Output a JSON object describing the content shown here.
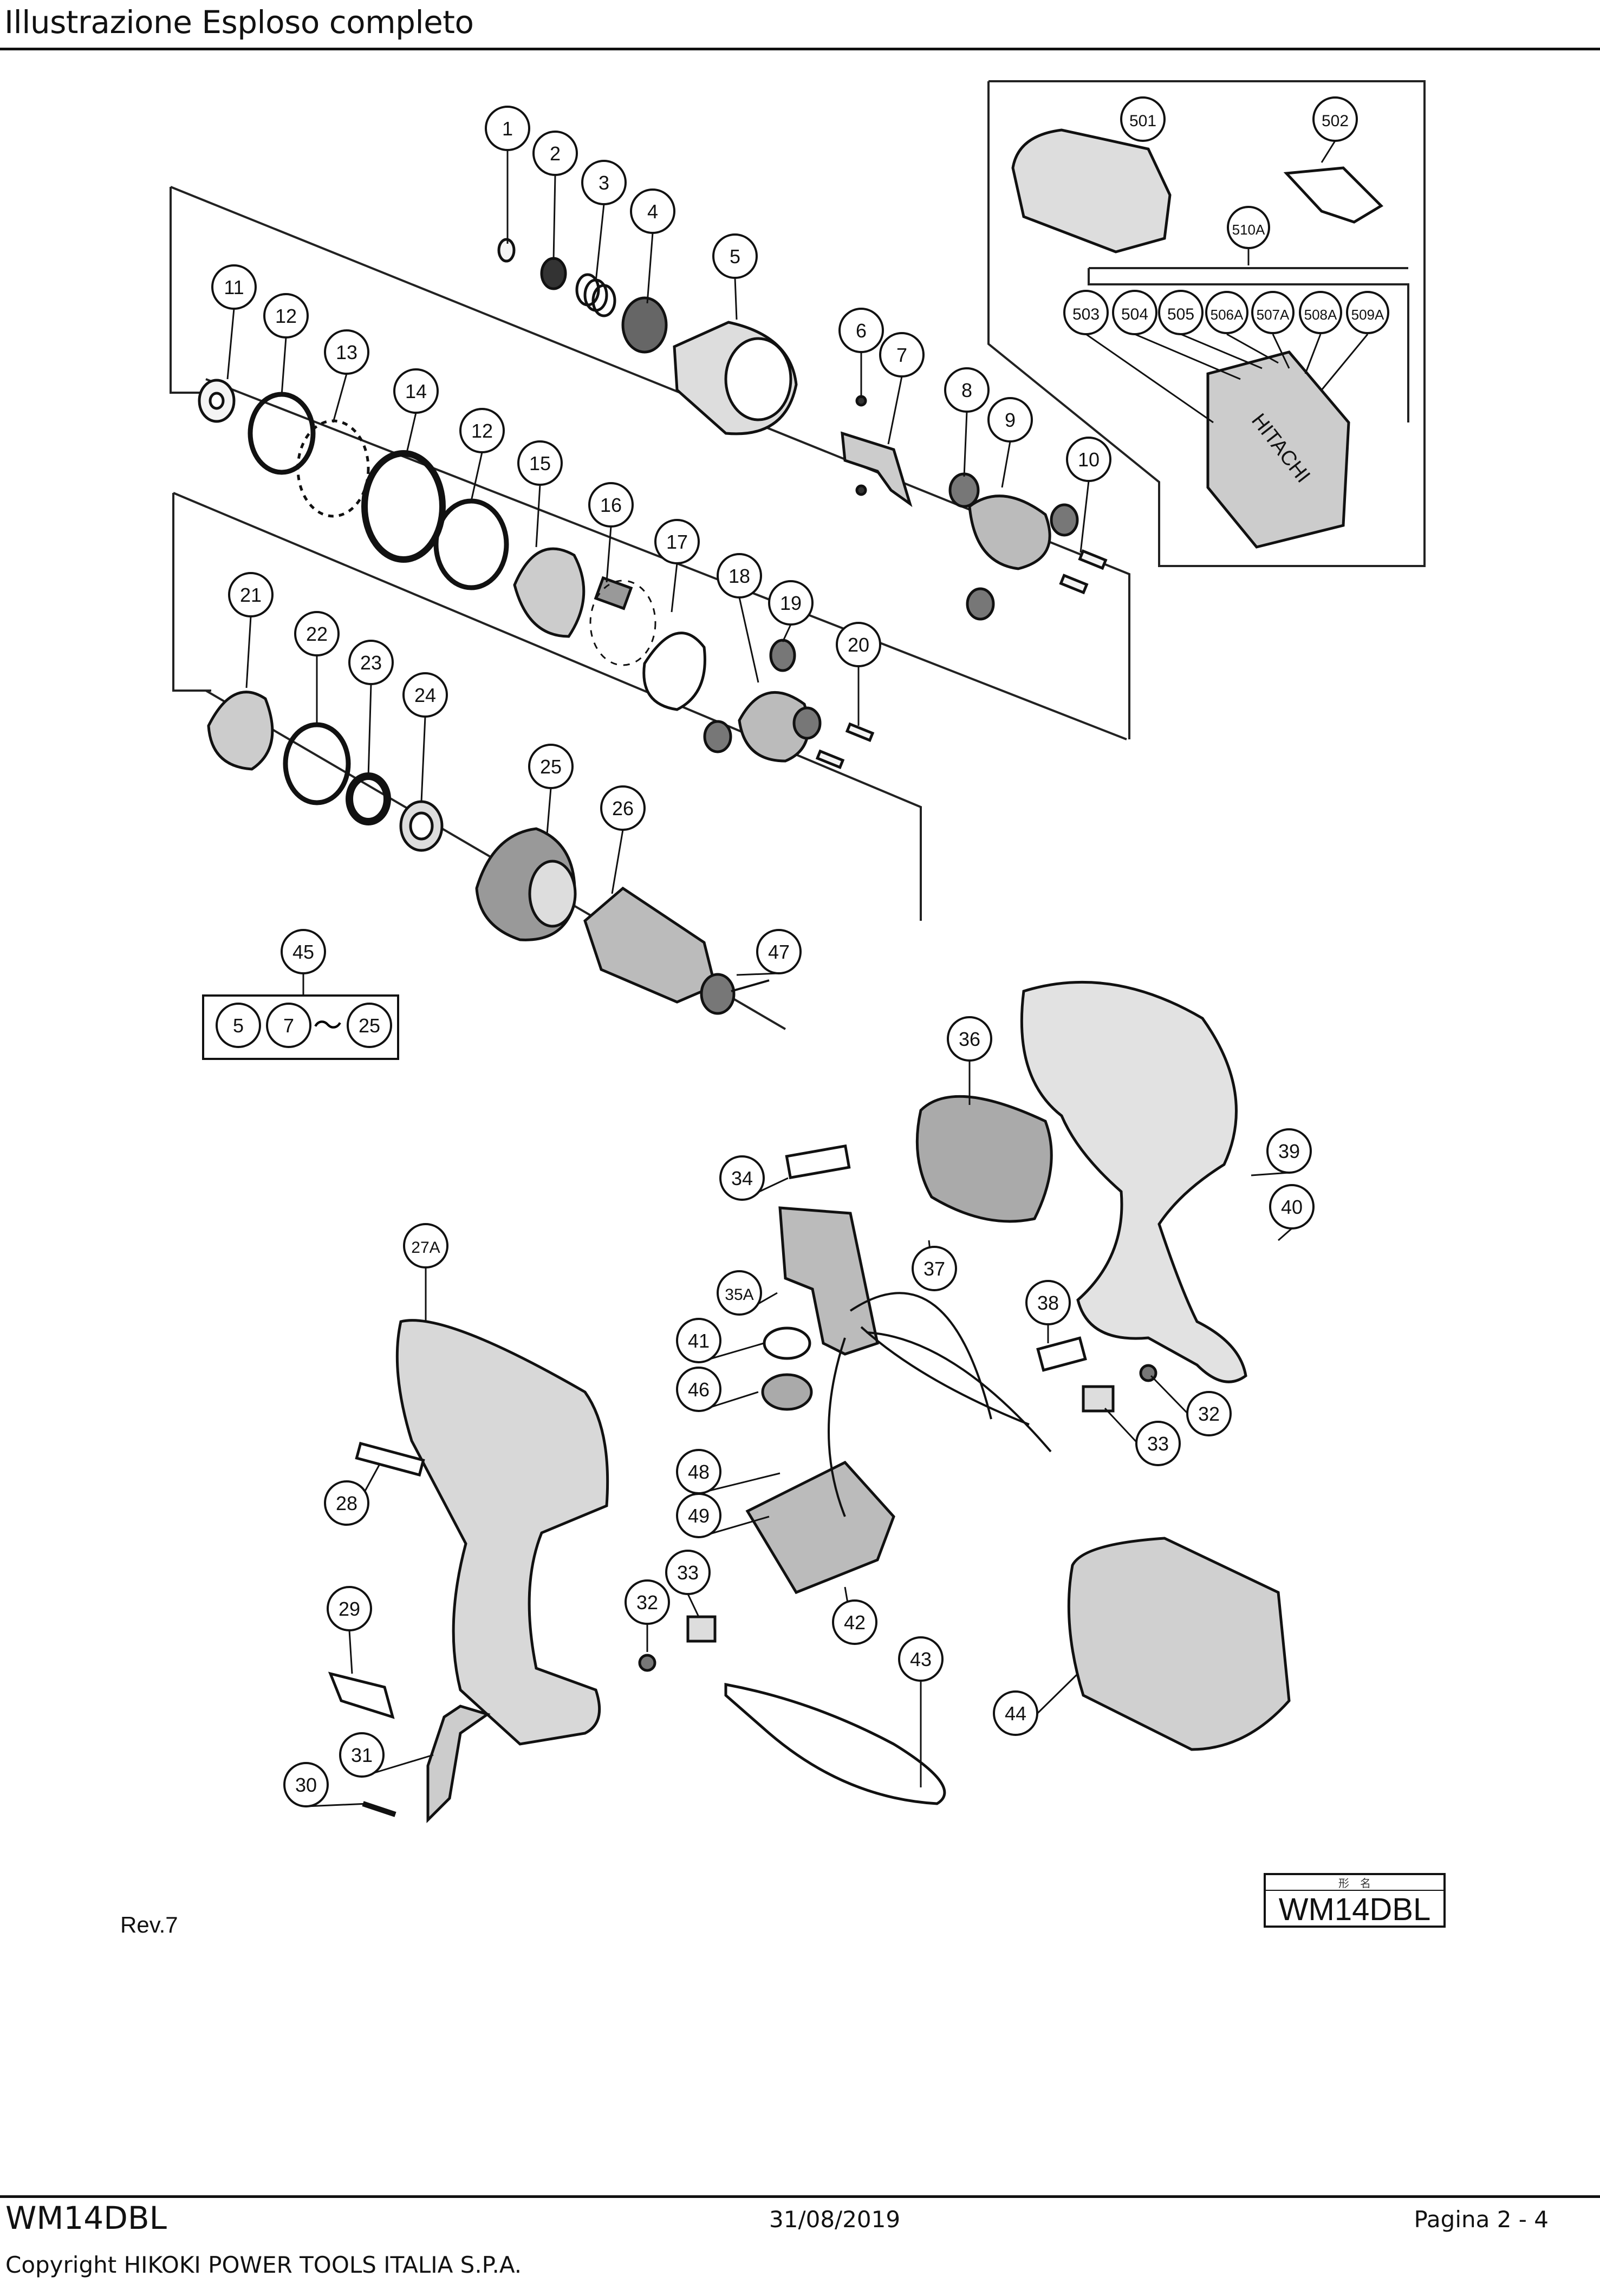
{
  "header": {
    "title": "Illustrazione  Esploso completo"
  },
  "diagram": {
    "revision": "Rev.7",
    "model_box": {
      "caption": "形　名",
      "model": "WM14DBL"
    },
    "kit_group": {
      "label": "45",
      "members": [
        "5",
        "7",
        "25"
      ],
      "range_symbol": "～"
    },
    "callouts": [
      "1",
      "2",
      "3",
      "4",
      "5",
      "6",
      "7",
      "8",
      "9",
      "10",
      "11",
      "12",
      "13",
      "14",
      "12",
      "15",
      "16",
      "17",
      "18",
      "19",
      "20",
      "21",
      "22",
      "23",
      "24",
      "25",
      "26",
      "47",
      "36",
      "34",
      "39",
      "40",
      "27A",
      "37",
      "35A",
      "38",
      "41",
      "46",
      "32",
      "33",
      "28",
      "48",
      "49",
      "29",
      "32",
      "33",
      "42",
      "43",
      "44",
      "31",
      "30",
      "501",
      "502",
      "510A",
      "503",
      "504",
      "505",
      "506A",
      "507A",
      "508A",
      "509A"
    ],
    "brand_marking": "HITACHI"
  },
  "footer": {
    "model": "WM14DBL",
    "date": "31/08/2019",
    "page": "Pagina 2 - 4",
    "copyright": "Copyright HIKOKI POWER TOOLS ITALIA S.P.A."
  }
}
